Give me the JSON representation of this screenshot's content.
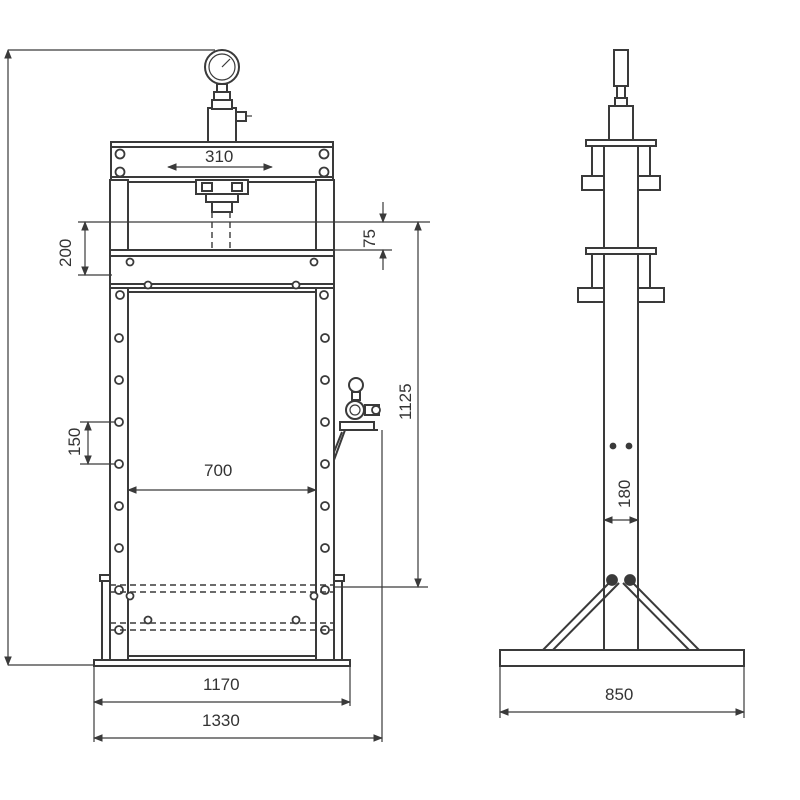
{
  "figure": {
    "title": "",
    "front_view": {
      "dimensions": {
        "total_height": "",
        "head_gap": "310",
        "table_travel": "200",
        "cylinder_step": "75",
        "working_height": "1125",
        "hole_pitch": "150",
        "inner_width": "700",
        "frame_width": "1170",
        "overall_width": "1330"
      }
    },
    "side_view": {
      "dimensions": {
        "post_width": "180",
        "base_depth": "850"
      }
    },
    "colors": {
      "line": "#3a3a3a",
      "background": "#ffffff"
    }
  }
}
